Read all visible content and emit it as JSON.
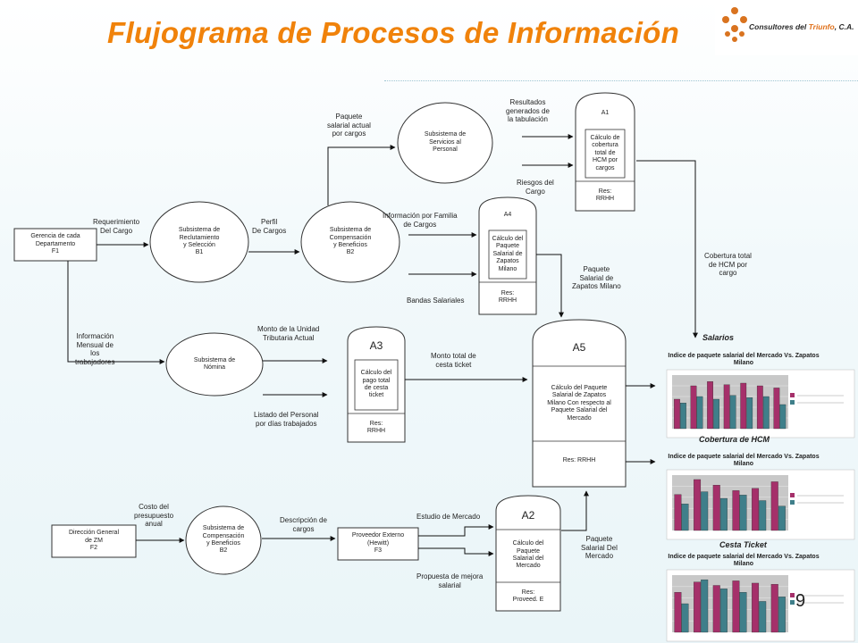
{
  "title": "Flujograma de Procesos de Información",
  "page_number": "9",
  "logo": {
    "prefix": "Consultores del ",
    "highlight": "Triunfo",
    "suffix": ", C.A."
  },
  "nodes": {
    "f1": "Gerencia de cada\nDepartamento\nF1",
    "b1": "Subsistema de\nReclutamiento\ny Selección\nB1",
    "b2_top": "Subsistema de\nCompensación\ny Beneficios\nB2",
    "servicios": "Subsistema de\nServicios al\nPersonal",
    "nomina": "Subsistema de\nNómina",
    "f2": "Dirección General\nde ZM\nF2",
    "b2_bottom": "Subsistema de\nCompensación\ny Beneficios\nB2",
    "f3": "Proveedor Externo\n(Hewitt)\nF3"
  },
  "docs": {
    "a1": {
      "id": "A1",
      "body": "Cálculo de\ncobertura\ntotal de\nHCM por\ncargos",
      "res": "Res:\nRRHH"
    },
    "a4": {
      "id": "A4",
      "body": "Cálculo del\nPaquete\nSalarial de\nZapatos\nMilano",
      "res": "Res:\nRRHH"
    },
    "a3": {
      "id": "A3",
      "body": "Cálculo del\npago total\nde cesta\nticket",
      "res": "Res:\nRRHH"
    },
    "a5": {
      "id": "A5",
      "body": "Cálculo del Paquete\nSalarial de Zapatos\nMilano Con respecto al\nPaquete Salarial del\nMercado",
      "res": "Res: RRHH"
    },
    "a2": {
      "id": "A2",
      "body": "Cálculo del\nPaquete\nSalarial del\nMercado",
      "res": "Res:\nProveed. E"
    }
  },
  "edge_labels": {
    "req": "Requerimiento\nDel Cargo",
    "perfil": "Perfil\nDe Cargos",
    "paquete_actual": "Paquete\nsalarial actual\npor cargos",
    "resultados": "Resultados\ngenerados de\nla tabulación",
    "riesgos": "Riesgos del\nCargo",
    "familia": "Información por Familia\nde Cargos",
    "bandas": "Bandas Salariales",
    "paq_milano": "Paquete\nSalarial de\nZapatos Milano",
    "cobertura": "Cobertura total\nde HCM por\ncargo",
    "info_mensual": "Información\nMensual de\nlos\ntrabajadores",
    "monto_ut": "Monto de la Unidad\nTributaria Actual",
    "listado": "Listado del Personal\npor días trabajados",
    "monto_cesta": "Monto total de\ncesta ticket",
    "costo": "Costo del\npresupuesto\nanual",
    "descripcion": "Descripción de\ncargos",
    "estudio": "Estudio de Mercado",
    "propuesta": "Propuesta de mejora\nsalarial",
    "paq_mercado": "Paquete\nSalarial Del\nMercado"
  },
  "sections": {
    "salarios": "Salarios",
    "cobertura": "Cobertura de HCM",
    "cesta": "Cesta Ticket"
  },
  "chart_data": [
    {
      "type": "bar",
      "title": "Indice de paquete salarial del Mercado Vs. Zapatos Milano",
      "categories": [
        "",
        "",
        "",
        "",
        "",
        "",
        ""
      ],
      "series": [
        {
          "name": "",
          "values": [
            55,
            80,
            88,
            82,
            85,
            80,
            76
          ]
        },
        {
          "name": "",
          "values": [
            48,
            60,
            55,
            62,
            58,
            60,
            45
          ]
        }
      ],
      "colors": [
        "#a5306a",
        "#3f7f8a"
      ],
      "ylim": [
        0,
        100
      ]
    },
    {
      "type": "bar",
      "title": "Indice de paquete salarial del Mercado Vs. Zapatos Milano",
      "categories": [
        "",
        "",
        "",
        "",
        "",
        ""
      ],
      "series": [
        {
          "name": "",
          "values": [
            65,
            92,
            82,
            72,
            76,
            88
          ]
        },
        {
          "name": "",
          "values": [
            48,
            70,
            58,
            64,
            54,
            44
          ]
        }
      ],
      "colors": [
        "#a5306a",
        "#3f7f8a"
      ],
      "ylim": [
        0,
        100
      ]
    },
    {
      "type": "bar",
      "title": "Indice de paquete salarial del Mercado Vs. Zapatos Milano",
      "categories": [
        "",
        "",
        "",
        "",
        "",
        ""
      ],
      "series": [
        {
          "name": "",
          "values": [
            70,
            88,
            82,
            90,
            86,
            84
          ]
        },
        {
          "name": "",
          "values": [
            50,
            92,
            76,
            70,
            54,
            62
          ]
        }
      ],
      "colors": [
        "#a5306a",
        "#3f7f8a"
      ],
      "ylim": [
        0,
        100
      ]
    }
  ]
}
